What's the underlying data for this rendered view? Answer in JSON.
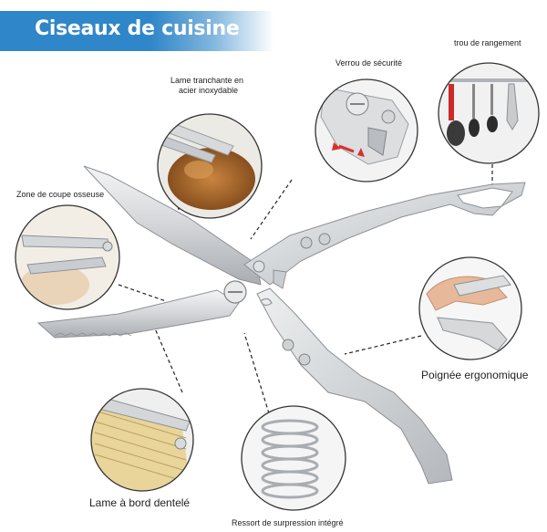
{
  "banner": {
    "title": "Ciseaux de cuisine"
  },
  "callouts": {
    "blade": "Lame tranchante en acier inoxydable",
    "blade_line1": "Lame tranchante en",
    "blade_line2": "acier inoxydable",
    "lock": "Verrou de sécurité",
    "hang_hole": "trou de rangement",
    "bone_zone": "Zone de coupe osseuse",
    "grip": "Poignée ergonomique",
    "serrated": "Lame à bord dentelé",
    "spring": "Ressort de surpression intégré"
  },
  "colors": {
    "banner": "#2f86c8",
    "lock_arrow": "#d9302c",
    "metal": "#d6d8da"
  },
  "icons": [
    "chicken-photo",
    "lock-closeup",
    "utensils-hanging-photo",
    "bone-cutting-photo",
    "hand-grip-photo",
    "serrated-blade-closeup",
    "spring-closeup"
  ]
}
